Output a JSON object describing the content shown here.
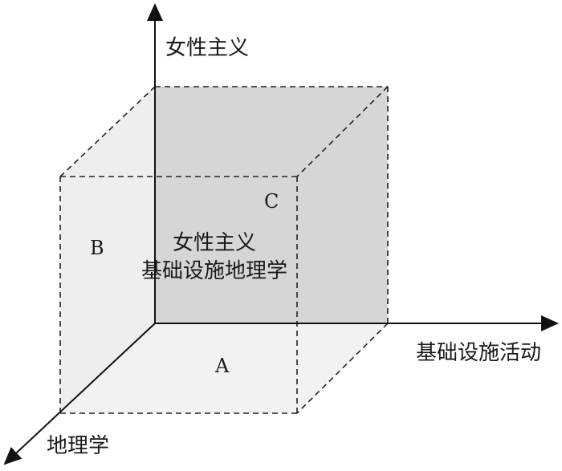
{
  "axes": {
    "vertical_label": "女性主义",
    "horizontal_label": "基础设施活动",
    "depth_label": "地理学"
  },
  "regions": {
    "a": "A",
    "b": "B",
    "c": "C"
  },
  "center": {
    "line1": "女性主义",
    "line2": "基础设施地理学"
  },
  "colors": {
    "back_face": "#d6d6d6",
    "side_face": "#eeeeee",
    "bottom_face": "#f2f2f2",
    "line": "#111111"
  }
}
